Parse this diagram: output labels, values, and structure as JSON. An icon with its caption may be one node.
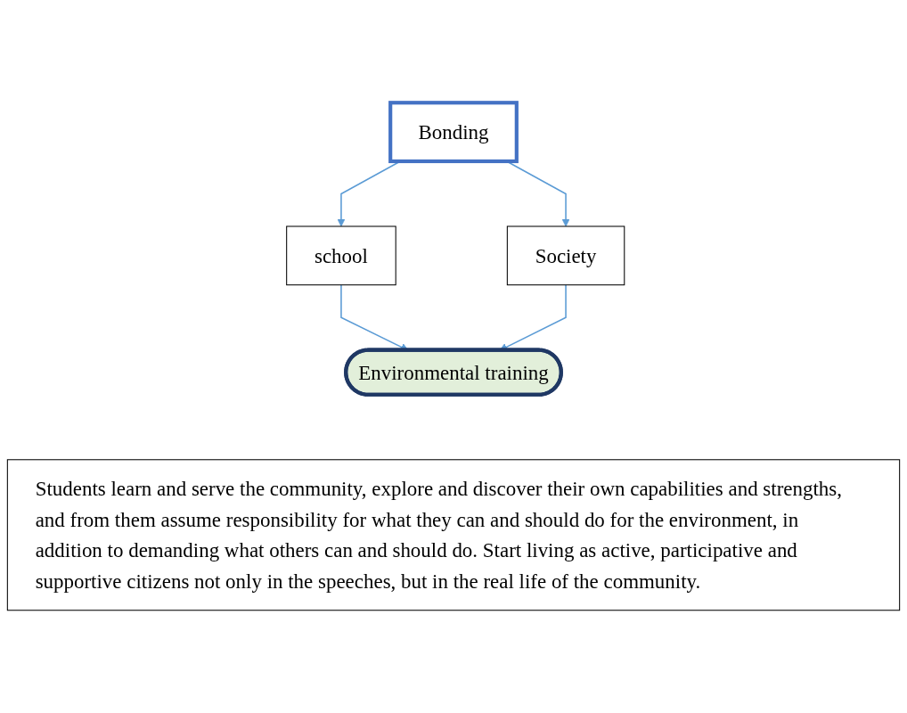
{
  "diagram": {
    "nodes": [
      {
        "text": [
          "Bonding"
        ]
      },
      {
        "text": [
          "school"
        ]
      },
      {
        "text": [
          "Society"
        ]
      },
      {
        "text": [
          "Environmental training"
        ]
      },
      {
        "text": [
          "Students learn and serve the community, explore and discover their own capabilities and strengths, and from them assume responsibility for what they can and should do for the environment, in addition to demanding what others can and should do. Start living as active, participative and supportive citizens not only in the speeches, but in the real life of the community."
        ]
      }
    ],
    "edges": [
      {
        "from": 0,
        "to": 1,
        "arrow": "to"
      },
      {
        "from": 0,
        "to": 2,
        "arrow": "to"
      },
      {
        "from": 1,
        "to": 3,
        "arrow": "to"
      },
      {
        "from": 2,
        "to": 3,
        "arrow": "to"
      }
    ]
  }
}
